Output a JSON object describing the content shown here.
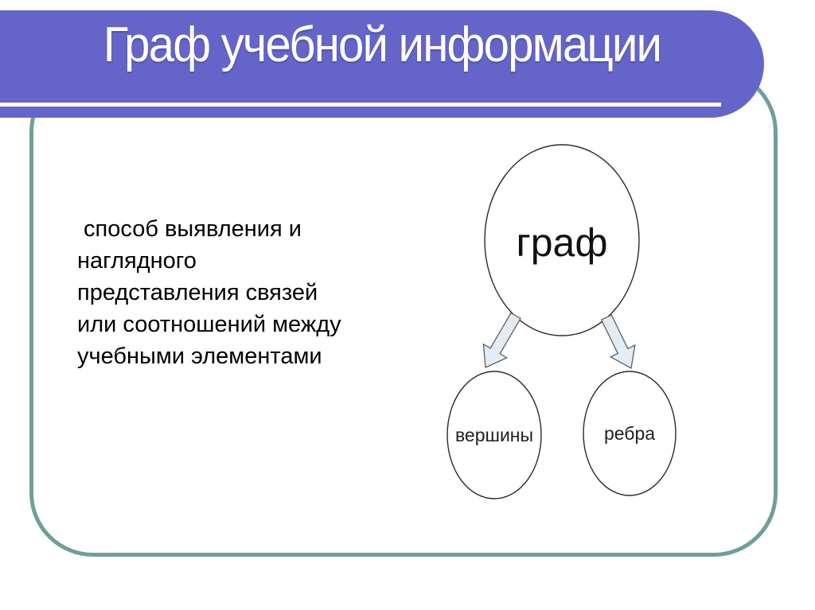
{
  "slide": {
    "title": "Граф учебной информации",
    "description": {
      "lines": [
        " способ выявления и",
        "наглядного",
        "представления связей",
        "или соотношений между",
        "учебными элементами"
      ]
    },
    "diagram": {
      "root": {
        "label": "граф"
      },
      "children": [
        {
          "label": "вершины"
        },
        {
          "label": "ребра"
        }
      ]
    },
    "colors": {
      "banner_purple": "#6565c9",
      "frame_teal": "#6f9f9a",
      "title_text": "#ffffff",
      "body_text": "#000000",
      "arrow_fill": "#e3ebf5",
      "arrow_stroke": "#5f5f5f",
      "ellipse_stroke": "#2a2a2a"
    }
  }
}
